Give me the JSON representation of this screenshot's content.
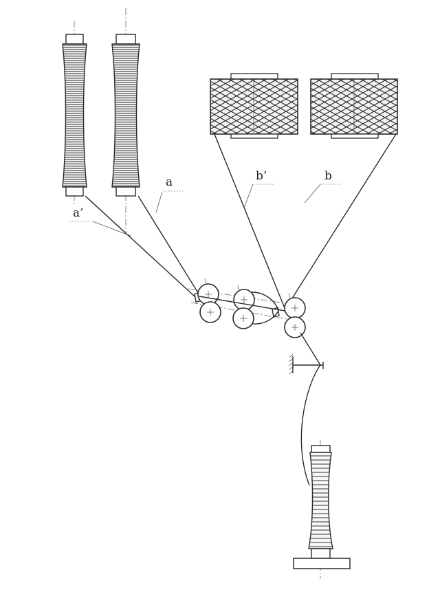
{
  "labels": {
    "a": "a",
    "a_prime": "a’",
    "b": "b",
    "b_prime": "b’"
  }
}
